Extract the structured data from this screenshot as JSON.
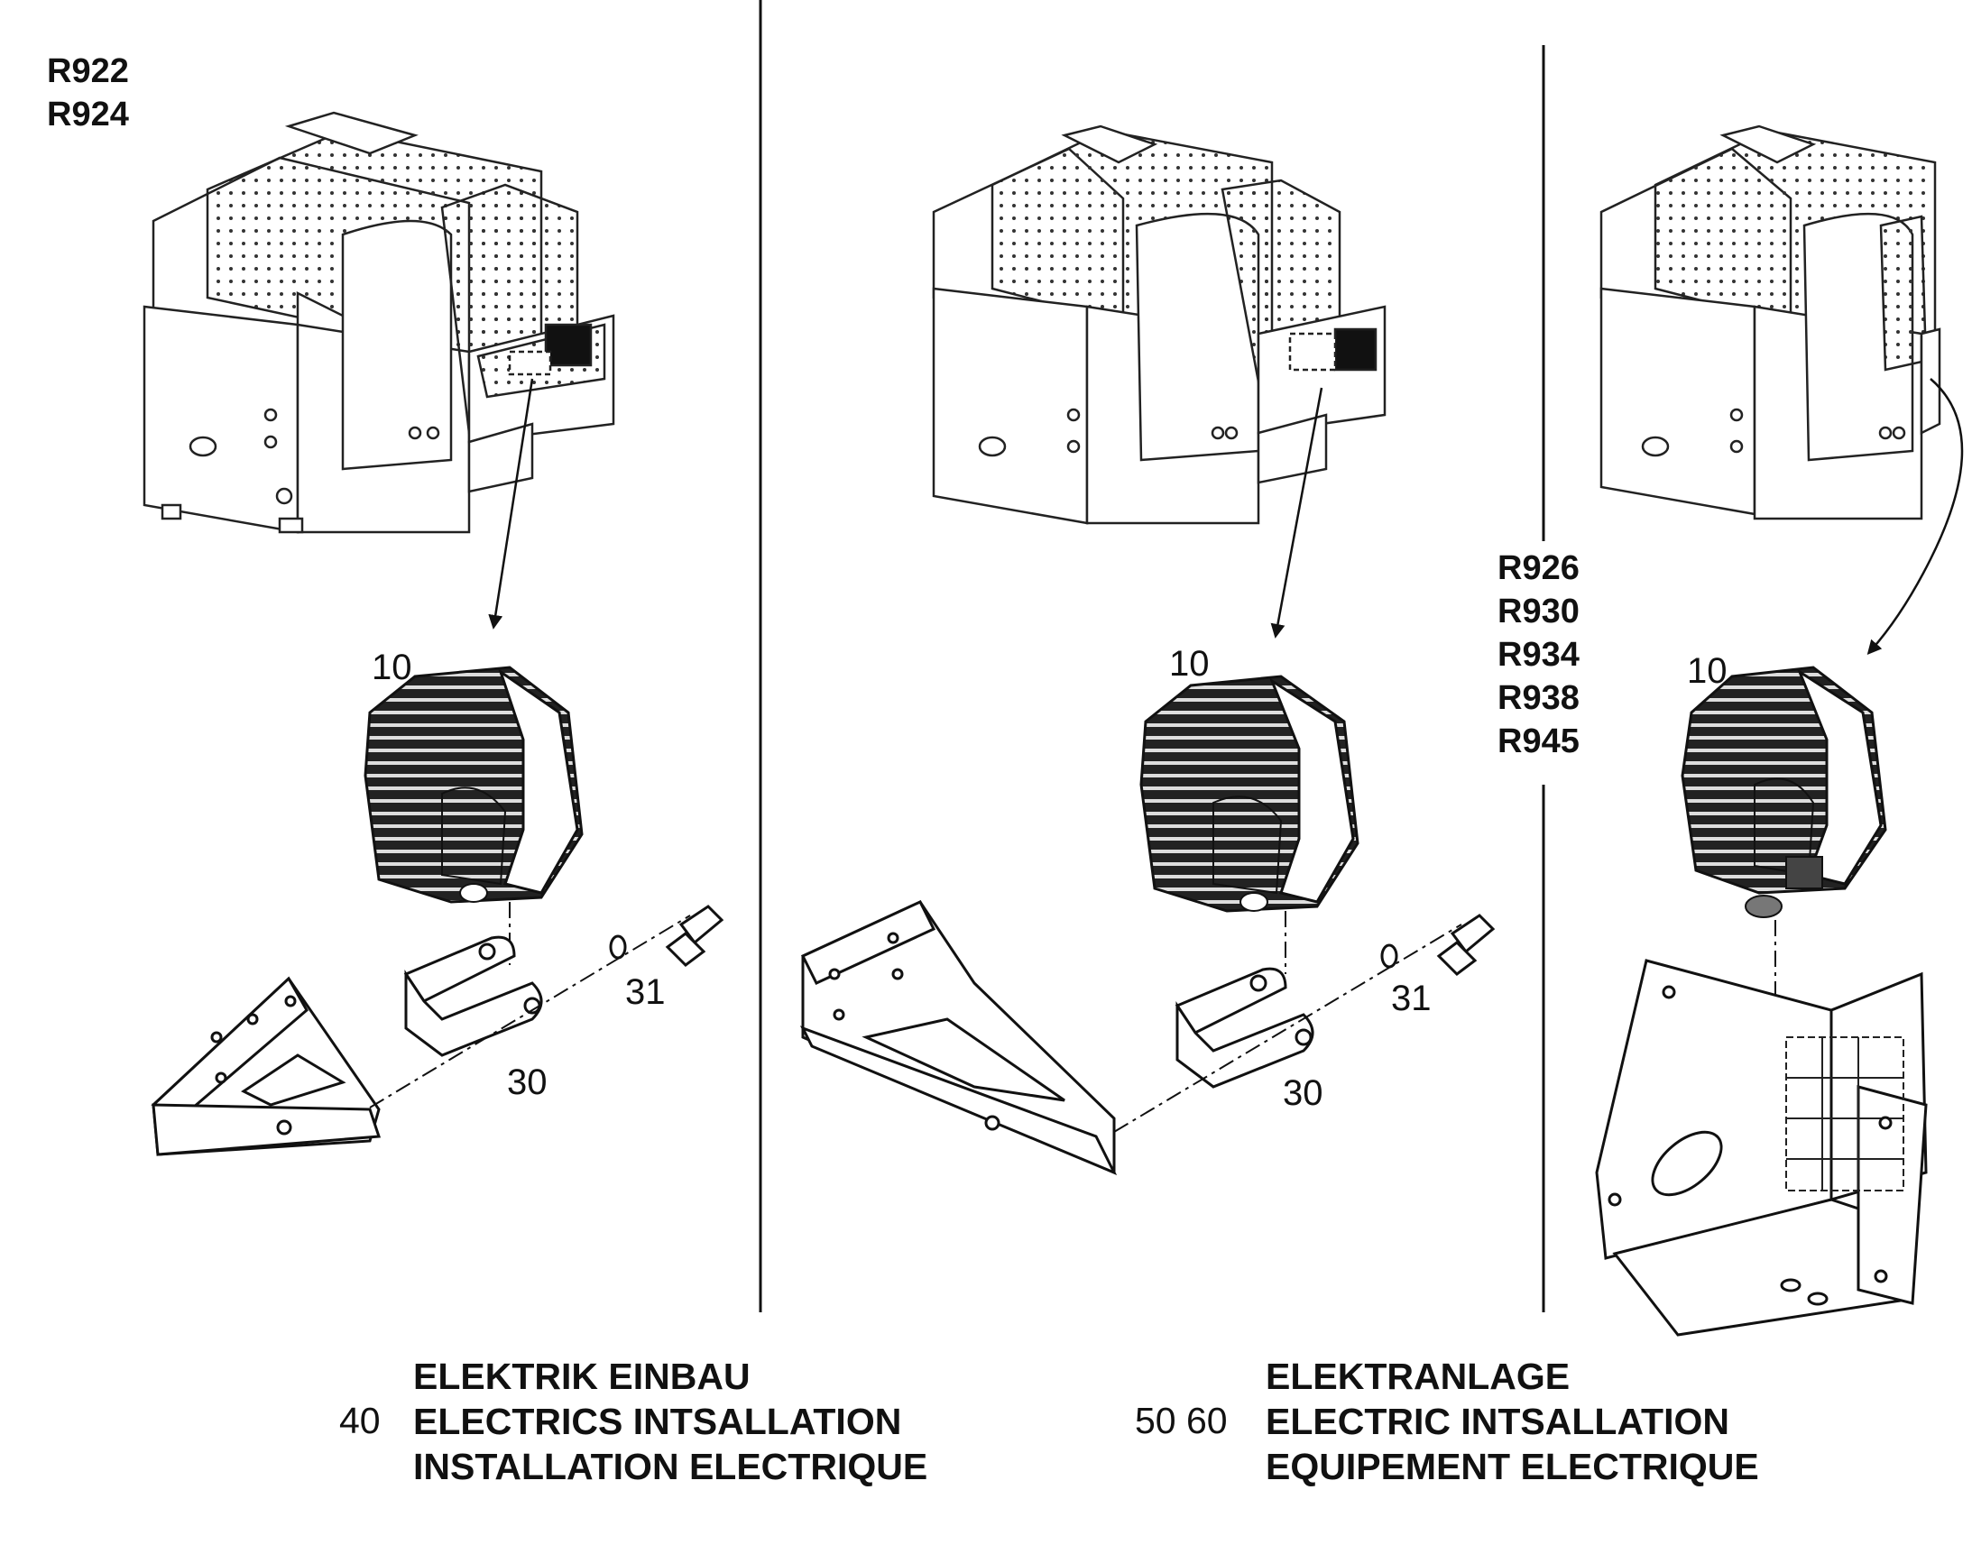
{
  "panels": [
    {
      "models": [
        "R922",
        "R924"
      ],
      "callouts": {
        "lamp": "10",
        "bracket": "30",
        "screw": "31"
      }
    },
    {
      "callouts": {
        "lamp": "10",
        "bracket": "30",
        "screw": "31"
      }
    },
    {
      "models": [
        "R926",
        "R930",
        "R934",
        "R938",
        "R945"
      ],
      "callouts": {
        "lamp": "10"
      }
    }
  ],
  "captions": [
    {
      "number": "40",
      "lines": [
        "ELEKTRIK EINBAU",
        "ELECTRICS INTSALLATION",
        "INSTALLATION ELECTRIQUE"
      ]
    },
    {
      "number": "50 60",
      "lines": [
        "ELEKTRANLAGE",
        "ELECTRIC INTSALLATION",
        "EQUIPEMENT ELECTRIQUE"
      ]
    }
  ]
}
